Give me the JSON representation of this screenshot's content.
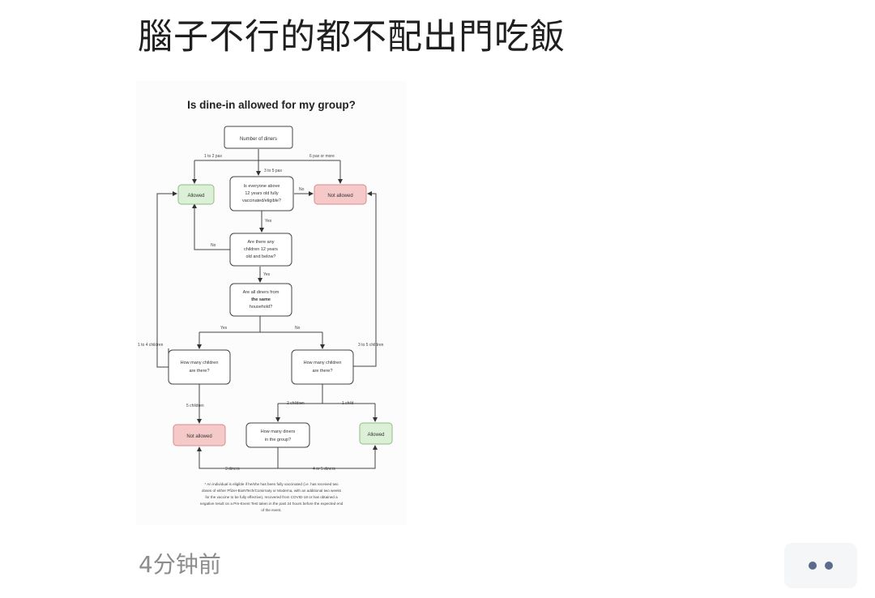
{
  "post": {
    "text": "腦子不行的都不配出門吃飯",
    "timestamp": "4分钟前"
  },
  "flowchart": {
    "title": "Is dine-in allowed for my group?",
    "nodes": {
      "start": "Number of diners",
      "q1_l1": "Is everyone above",
      "q1_l2": "12 years old fully",
      "q1_l3": "vaccinated/eligible?",
      "q2_l1": "Are there any",
      "q2_l2": "children 12 years",
      "q2_l3": "old and below?",
      "q3_l1": "Are all diners from",
      "q3_l2": "the same",
      "q3_l3": "household?",
      "q4_l1": "How many children",
      "q4_l2": "are there?",
      "q5_l1": "How many children",
      "q5_l2": "are there?",
      "q6_l1": "How many diners",
      "q6_l2": "in the group?",
      "allowed": "Allowed",
      "not_allowed": "Not allowed"
    },
    "edges": {
      "one_two_pax": "1 to 2 pax",
      "three_five_pax": "3 to 5 pax",
      "six_pax": "6 pax or more",
      "yes": "Yes",
      "no": "No",
      "one_to_four_children": "1 to 4 children",
      "three_to_five_children": "3 to 5 children",
      "five_children": "5 children",
      "two_children": "2 children",
      "one_child": "1 child",
      "three_diners": "3 diners",
      "four_five_diners": "4 or 5 diners"
    },
    "footnote_l1": "* An individual is eligible if he/she has been fully vaccinated (i.e. has received two",
    "footnote_l2": "doses of either Pfizer-BioNTech/Comirnaty or Moderna, with an additional two weeks",
    "footnote_l3": "for the vaccine to be fully effective), recovered from COVID-19 or has obtained a",
    "footnote_l4": "negative result on a Pre-Event Test taken in the past 24 hours before the expected end",
    "footnote_l5": "of the event."
  },
  "colors": {
    "allowed_fill": "#dcefd7",
    "allowed_stroke": "#8fbf84",
    "not_allowed_fill": "#f6c9c9",
    "not_allowed_stroke": "#d98a8a",
    "more_dots": "#5a6b8c"
  },
  "icons": {
    "more": "more-dots-icon"
  }
}
